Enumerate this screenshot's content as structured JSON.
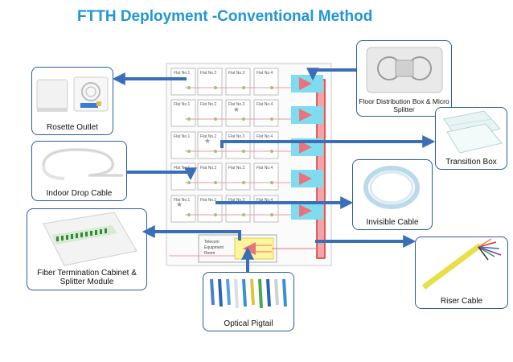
{
  "title": "FTTH Deployment -Conventional  Method",
  "components": {
    "rosette_outlet": "Rosette Outlet",
    "indoor_drop_cable": "Indoor Drop Cable",
    "fiber_termination": "Fiber Termination Cabinet & Splitter Module",
    "optical_pigtail": "Optical Pigtail",
    "floor_distribution": "Floor Distribution Box & Micro Splitter",
    "transition_box": "Transition Box",
    "invisible_cable": "Invisible Cable",
    "riser_cable": "Riser Cable"
  },
  "building": {
    "flat_prefix": "Flat No.",
    "flat_numbers": [
      "1",
      "2",
      "3",
      "4"
    ],
    "telecom_room": [
      "Telecom",
      "Equipment",
      "Room"
    ]
  },
  "colors": {
    "title": "#2196d6",
    "card_border": "#2a5aa5",
    "arrow": "#3a6fb7",
    "splitter_box": "#7fdcef",
    "splitter": "#e8737c",
    "riser": "#e04a4a",
    "room_box": "#fff59d"
  }
}
